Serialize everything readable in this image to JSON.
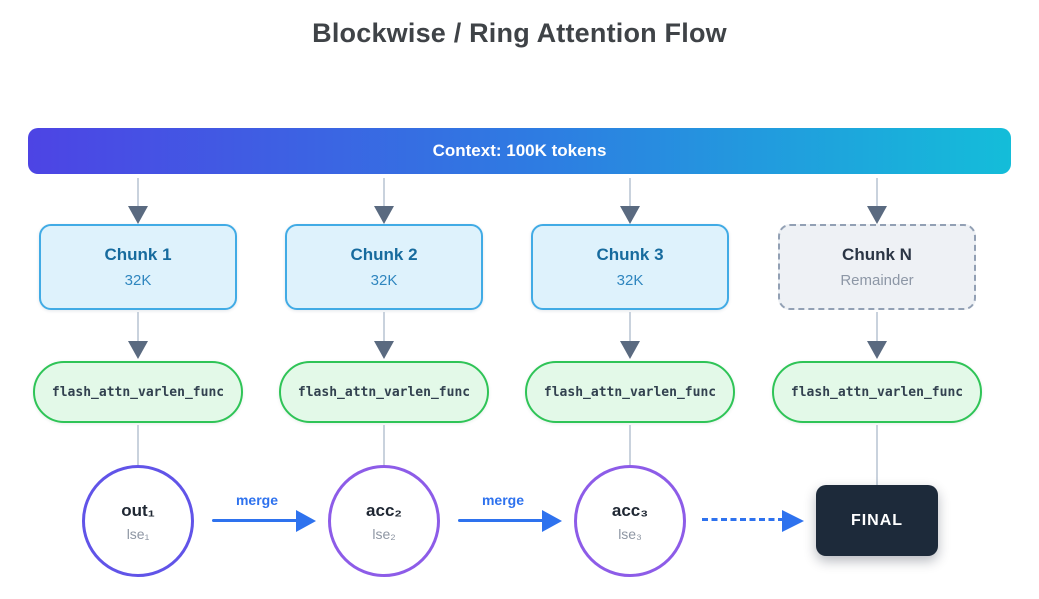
{
  "title": "Blockwise / Ring Attention Flow",
  "context_bar": {
    "label": "Context: 100K tokens"
  },
  "columns": [
    {
      "title": "Chunk 1",
      "subtitle": "32K",
      "kernel": "flash_attn_varlen_func",
      "node_title": "out₁",
      "node_subtitle": "lse₁"
    },
    {
      "title": "Chunk 2",
      "subtitle": "32K",
      "kernel": "flash_attn_varlen_func",
      "node_title": "acc₂",
      "node_subtitle": "lse₂"
    },
    {
      "title": "Chunk 3",
      "subtitle": "32K",
      "kernel": "flash_attn_varlen_func",
      "node_title": "acc₃",
      "node_subtitle": "lse₃"
    },
    {
      "title": "Chunk N",
      "subtitle": "Remainder",
      "kernel": "flash_attn_varlen_func",
      "node_title": "FINAL"
    }
  ],
  "merge_labels": [
    "merge",
    "merge"
  ],
  "colors": {
    "gradient_start": "#4d44e4",
    "gradient_mid": "#2e7ce2",
    "gradient_end": "#14bdd9",
    "chunk_fill": "#def2fc",
    "chunk_border": "#41abe5",
    "chunk_title": "#176b9e",
    "chunk_n_fill": "#eef1f5",
    "chunk_n_border": "#92a0b4",
    "kernel_fill": "#e3f9e8",
    "kernel_border": "#2fc457",
    "node1_border": "#6154e8",
    "node2_border": "#8d5ce8",
    "node3_border": "#8d5ce8",
    "merge_accent": "#2e72ee",
    "final_bg": "#1d2a3a",
    "connector_line": "#c9d2dd",
    "connector_arrowhead": "#5a6a80"
  }
}
